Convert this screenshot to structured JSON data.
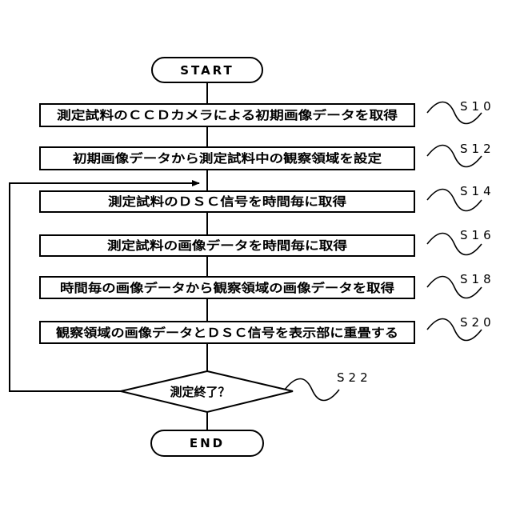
{
  "flowchart": {
    "start": "START",
    "end": "END",
    "steps": [
      {
        "label": "測定試料のＣＣＤカメラによる初期画像データを取得",
        "ref": "S10"
      },
      {
        "label": "初期画像データから測定試料中の観察領域を設定",
        "ref": "S12"
      },
      {
        "label": "測定試料のＤＳＣ信号を時間毎に取得",
        "ref": "S14"
      },
      {
        "label": "測定試料の画像データを時間毎に取得",
        "ref": "S16"
      },
      {
        "label": "時間毎の画像データから観察領域の画像データを取得",
        "ref": "S18"
      },
      {
        "label": "観察領域の画像データとＤＳＣ信号を表示部に重畳する",
        "ref": "S20"
      }
    ],
    "decision": {
      "label": "測定終了？",
      "ref": "S22"
    }
  }
}
